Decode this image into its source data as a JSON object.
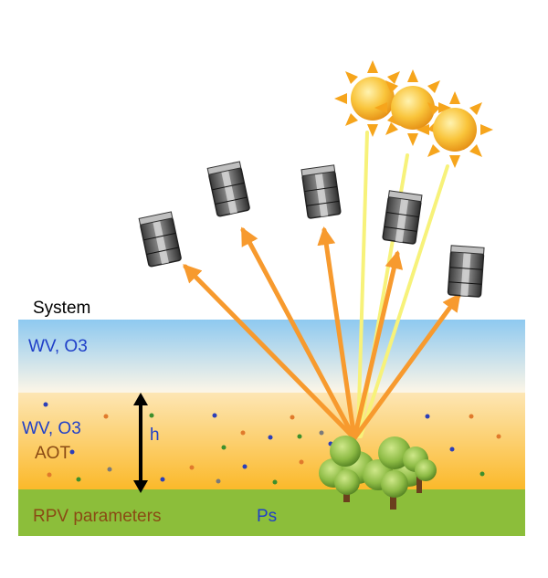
{
  "labels": {
    "system": "System",
    "upper_layer": "WV, O3",
    "lower_layer": "WV, O3",
    "aerosol": "AOT",
    "height": "h",
    "surface_params": "RPV parameters",
    "surface_pressure": "Ps"
  },
  "colors": {
    "system_text": "#000000",
    "gas_text": "#1f3fc8",
    "aerosol_text": "#8a4a14",
    "surface_text": "#8a4a14",
    "pressure_text": "#1f3fc8",
    "height_text": "#1f3fc8",
    "sky_top": "#8ec9f0",
    "sky_bottom": "#fdf6e7",
    "aerosol_top": "#fde6b4",
    "aerosol_bottom": "#fbb92a",
    "ground": "#8cbe3a",
    "reflected_ray": "#f79a2e",
    "solar_ray": "#f7f27a",
    "sun": "#f7b731",
    "tree": "#6a9c2c"
  },
  "icons": {
    "sun": "sun-icon",
    "satellite": "satellite-icon",
    "tree": "tree-icon"
  },
  "counts": {
    "suns": 3,
    "satellites": 5,
    "trees": 3
  }
}
